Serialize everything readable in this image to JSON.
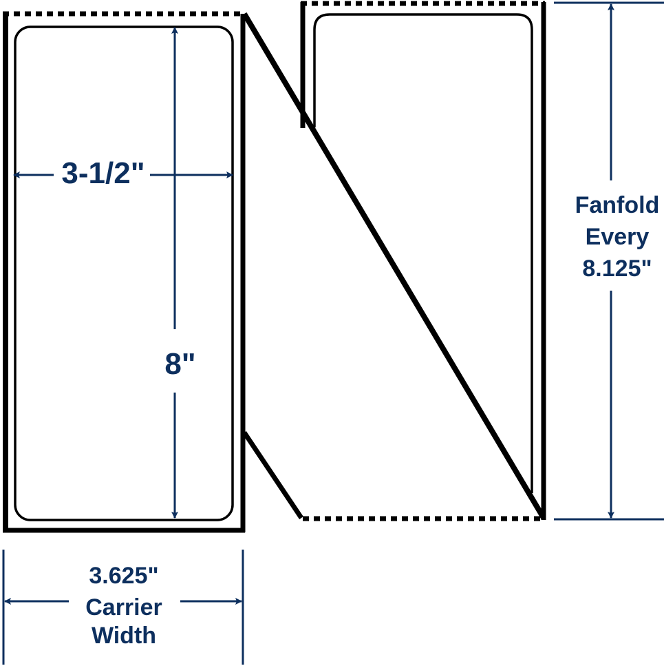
{
  "labels": {
    "label_width": "3-1/2\"",
    "label_height": "8\"",
    "fanfold_line1": "Fanfold",
    "fanfold_line2": "Every",
    "fanfold_line3": "8.125\"",
    "carrier_line1": "3.625\"",
    "carrier_line2": "Carrier",
    "carrier_line3": "Width"
  },
  "colors": {
    "dimension": "#0d2f5e",
    "outline": "#000000"
  }
}
